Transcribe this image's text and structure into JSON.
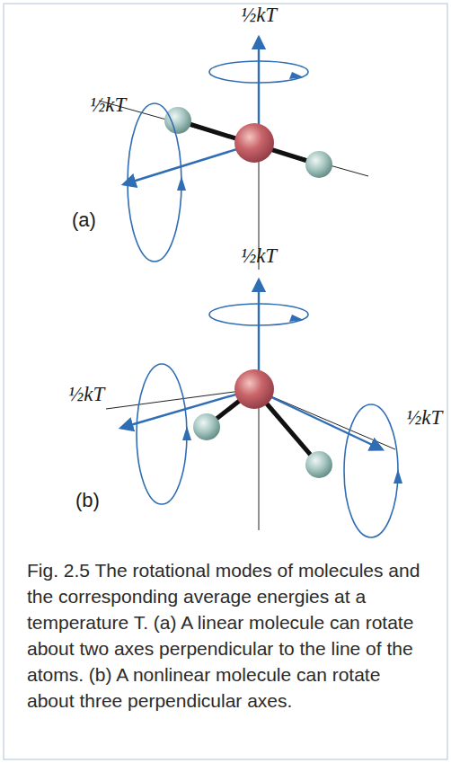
{
  "diagram": {
    "caption": "Fig. 2.5 The rotational modes of molecules and the corresponding average energies at a temperature T. (a) A linear molecule can rotate about two axes perpendicular to the line of the atoms. (b) A nonlinear molecule can rotate about three perpendicular axes.",
    "labels": [
      "½kT",
      "½kT",
      "(a)",
      "½kT",
      "½kT",
      "½kT",
      "(b)"
    ]
  }
}
